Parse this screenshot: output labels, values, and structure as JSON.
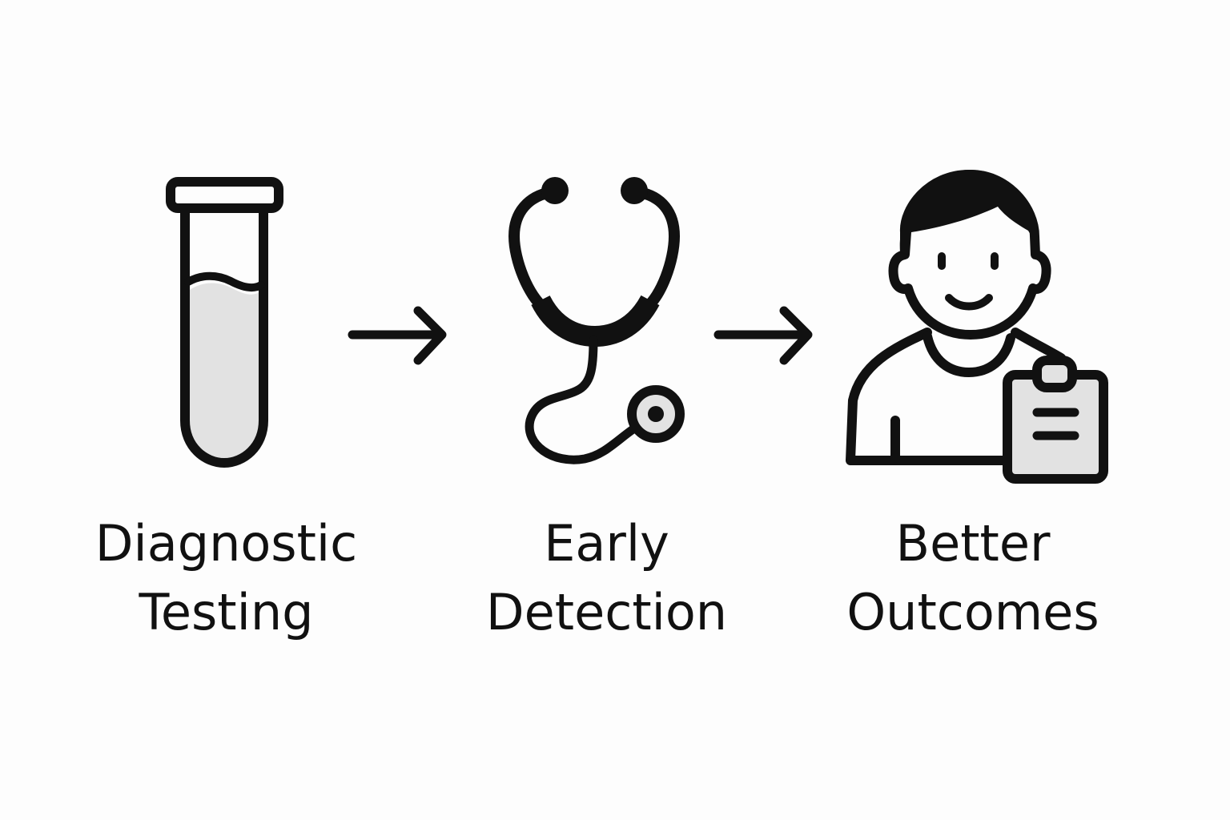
{
  "colors": {
    "background": "#fdfdfd",
    "stroke": "#111111",
    "fill_light": "#e2e2e2"
  },
  "steps": [
    {
      "icon": "test-tube-icon",
      "label_line1": "Diagnostic",
      "label_line2": "Testing"
    },
    {
      "icon": "stethoscope-icon",
      "label_line1": "Early",
      "label_line2": "Detection"
    },
    {
      "icon": "patient-clipboard-icon",
      "label_line1": "Better",
      "label_line2": "Outcomes"
    }
  ],
  "connectors": [
    {
      "icon": "arrow-right-icon"
    },
    {
      "icon": "arrow-right-icon"
    }
  ]
}
